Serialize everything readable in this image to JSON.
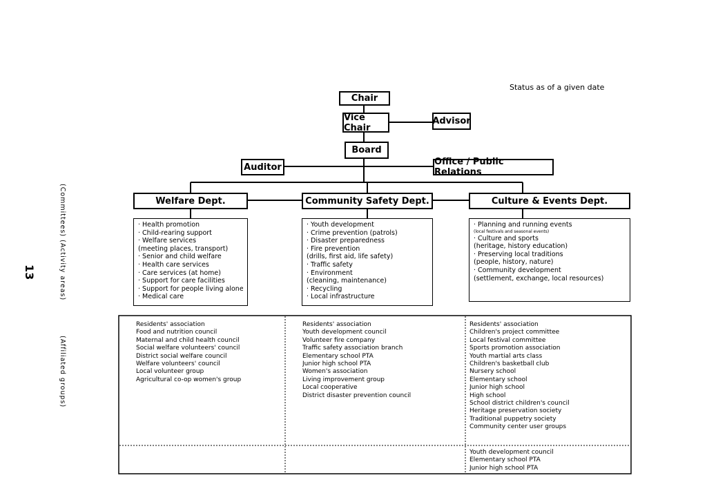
{
  "date": "Status as of a given date",
  "page_number": "13",
  "side_labels": {
    "activity": "(Committees) (Activity areas)",
    "groups": "(Affiliated groups)"
  },
  "boxes": {
    "president": "Chair",
    "vice_president": "Vice Chair",
    "advisor": "Advisor",
    "board": "Board",
    "auditor": "Auditor",
    "secretariat": "Office / Public Relations",
    "welfare": "Welfare Dept.",
    "safety": "Community Safety Dept.",
    "culture": "Culture & Events Dept."
  },
  "activities": {
    "welfare": [
      "· Health promotion",
      "· Child-rearing support",
      "· Welfare services",
      "  (meeting places, transport)",
      "· Senior and child welfare",
      "· Health care services",
      "· Care services (at home)",
      "· Support for care facilities",
      "· Support for people living alone",
      "· Medical care"
    ],
    "safety": [
      "· Youth development",
      "· Crime prevention (patrols)",
      "· Disaster preparedness",
      "· Fire prevention",
      "  (drills, first aid, life safety)",
      "· Traffic safety",
      "· Environment",
      "  (cleaning, maintenance)",
      "· Recycling",
      "· Local infrastructure"
    ],
    "culture": [
      "· Planning and running events",
      "(local festivals and seasonal events)",
      "· Culture and sports",
      "  (heritage, history education)",
      "· Preserving local traditions",
      "  (people, history, nature)",
      "· Community development",
      "  (settlement, exchange, local resources)"
    ]
  },
  "groups": {
    "welfare": [
      "Residents' association",
      "Food and nutrition council",
      "Maternal and child health council",
      "Social welfare volunteers' council",
      "District social welfare council",
      "Welfare volunteers' council",
      "Local volunteer group",
      "Agricultural co-op women's group"
    ],
    "safety": [
      "Residents' association",
      "Youth development council",
      "Volunteer fire company",
      "Traffic safety association branch",
      "Elementary school PTA",
      "Junior high school PTA",
      "Women's association",
      "Living improvement group",
      "Local cooperative",
      "District disaster prevention council"
    ],
    "culture": [
      "Residents' association",
      "Children's project committee",
      "Local festival committee",
      "Sports promotion association",
      "Youth martial arts class",
      "Children's basketball club",
      "Nursery school",
      "Elementary school",
      "Junior high school",
      "High school",
      "School district children's council",
      "Heritage preservation society",
      "Traditional puppetry society",
      "Community center user groups"
    ],
    "culture_extra": [
      "Youth development council",
      "Elementary school PTA",
      "Junior high school PTA"
    ]
  }
}
